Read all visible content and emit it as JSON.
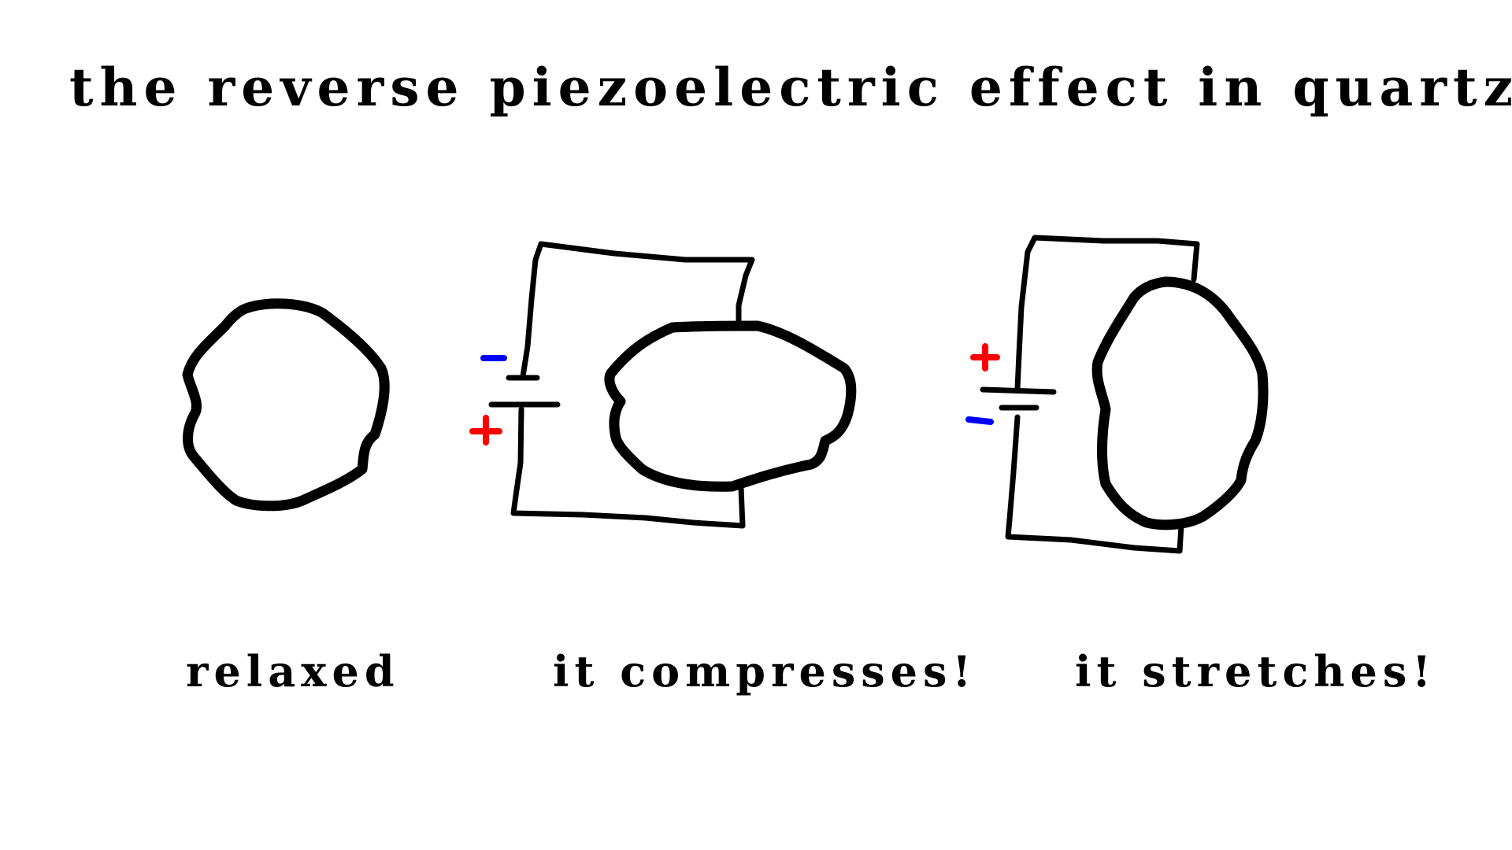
{
  "title": "the reverse piezoelectric effect in quartz",
  "captions": {
    "relaxed": "relaxed",
    "compresses": "it compresses!",
    "stretches": "it stretches!"
  },
  "colors": {
    "positive": "#ff0000",
    "negative": "#0000ff",
    "ink": "#000000",
    "background": "#ffffff"
  }
}
